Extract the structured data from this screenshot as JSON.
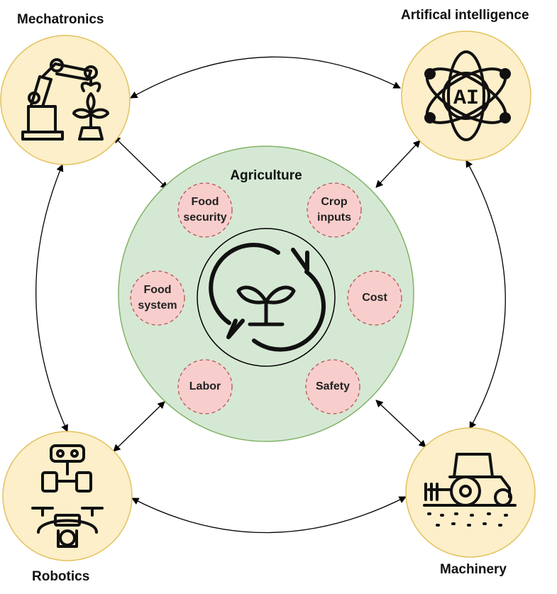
{
  "hub": {
    "title": "Agriculture"
  },
  "corners": {
    "top_left": {
      "label": "Mechatronics",
      "icon": "robotic-arm-plant-icon"
    },
    "top_right": {
      "label": "Artifical intelligence",
      "icon": "ai-atom-icon"
    },
    "bottom_left": {
      "label": "Robotics",
      "icon": "robot-drone-icon"
    },
    "bottom_right": {
      "label": "Machinery",
      "icon": "tractor-icon"
    }
  },
  "issues": [
    {
      "label": "Food security"
    },
    {
      "label": "Crop inputs"
    },
    {
      "label": "Food system"
    },
    {
      "label": "Cost"
    },
    {
      "label": "Labor"
    },
    {
      "label": "Safety"
    }
  ],
  "colors": {
    "corner_fill": "#fcefc9",
    "corner_stroke": "#e3c15e",
    "hub_fill": "#d5e8d4",
    "hub_stroke": "#82b366",
    "issue_fill": "#f8cecc",
    "issue_stroke": "#b85450",
    "icon": "#111111"
  },
  "center_icon": "sprout-cycle-icon"
}
